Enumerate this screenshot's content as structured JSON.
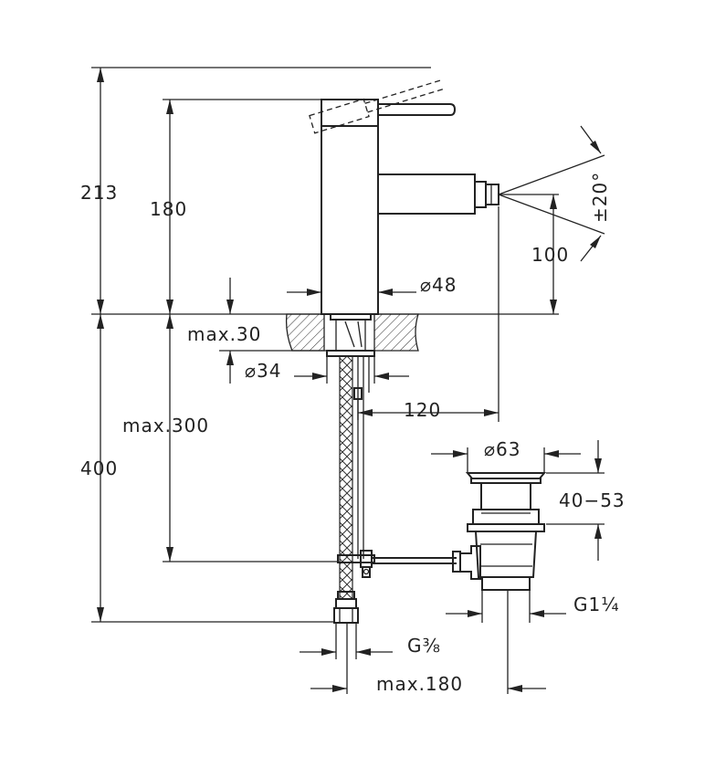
{
  "dimensions": {
    "total_height": "213",
    "spout_height": "180",
    "outlet_height": "100",
    "body_diameter": "⌀48",
    "max_deck": "max.30",
    "shank_diameter": "⌀34",
    "reach": "120",
    "max_hose": "max.300",
    "below_deck": "400",
    "waste_diameter": "⌀63",
    "waste_range": "40−53",
    "waste_thread": "G1¼",
    "inlet_thread": "G⅜",
    "max_offset": "max.180",
    "outlet_angle": "±20°"
  }
}
